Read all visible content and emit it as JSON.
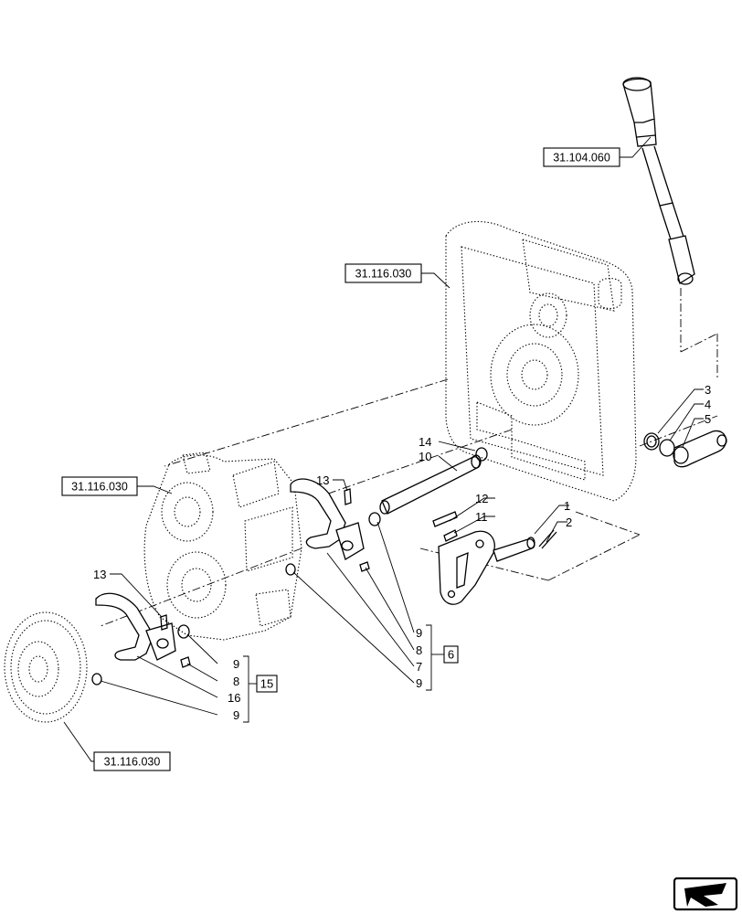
{
  "references": {
    "ref_shift_cable": "31.104.060",
    "ref_housing_rear": "31.116.030",
    "ref_gearbox_left": "31.116.030",
    "ref_gear_front": "31.116.030"
  },
  "callouts": {
    "c1": "1",
    "c2": "2",
    "c3": "3",
    "c4": "4",
    "c5": "5",
    "c7": "7",
    "c8a": "8",
    "c8b": "8",
    "c9a": "9",
    "c9b": "9",
    "c9c": "9",
    "c9d": "9",
    "c10": "10",
    "c11": "11",
    "c12": "12",
    "c13a": "13",
    "c13b": "13",
    "c14": "14",
    "c16": "16"
  },
  "groups": {
    "group_6": "6",
    "group_15": "15"
  },
  "navigation": {
    "icon": "arrow-icon"
  }
}
